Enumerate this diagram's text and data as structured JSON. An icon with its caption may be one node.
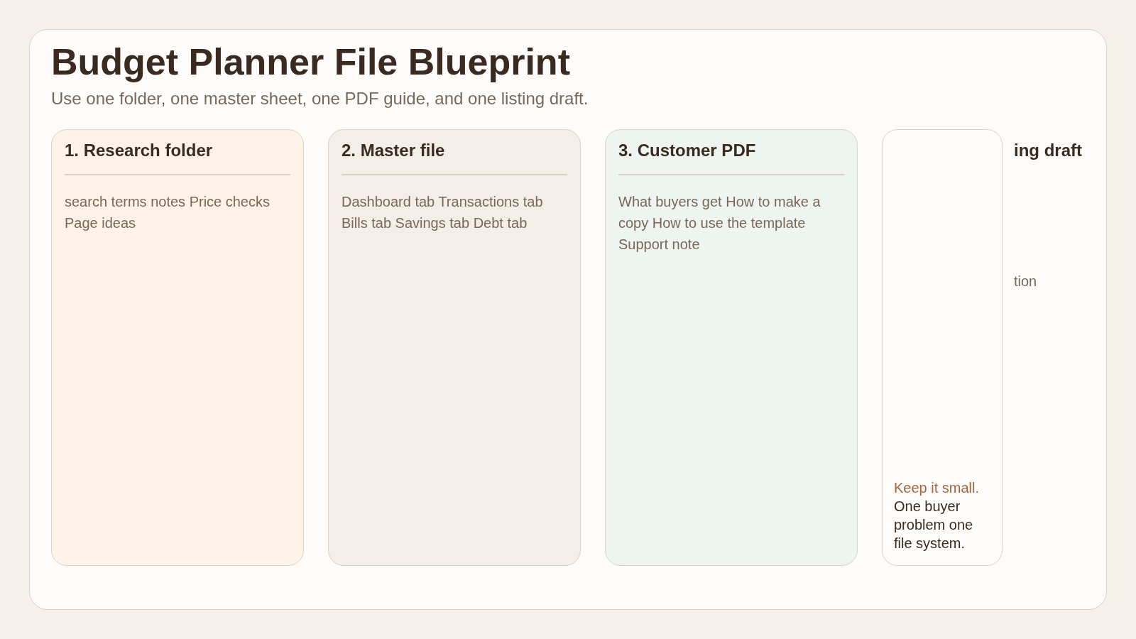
{
  "diagram": {
    "nodes": [
      {
        "text": [
          "Budget Planner File Blueprint",
          "Use one folder, one master sheet, one PDF guide, and one listing draft."
        ]
      },
      {
        "text": [
          "1. Research folder",
          "search terms notes Price checks Page ideas"
        ],
        "in": 0
      },
      {
        "text": [
          "2. Master file",
          "Dashboard tab Transactions tab Bills tab Savings tab Debt tab"
        ],
        "in": 0
      },
      {
        "text": [
          "3. Customer PDF",
          "What buyers get How to make a copy How to use the template Support note"
        ],
        "in": 0
      },
      {
        "text": [
          "Keep it small.",
          "One buyer problem one file system."
        ],
        "in": 0
      }
    ],
    "labels": [
      "ing draft",
      "tion"
    ]
  }
}
